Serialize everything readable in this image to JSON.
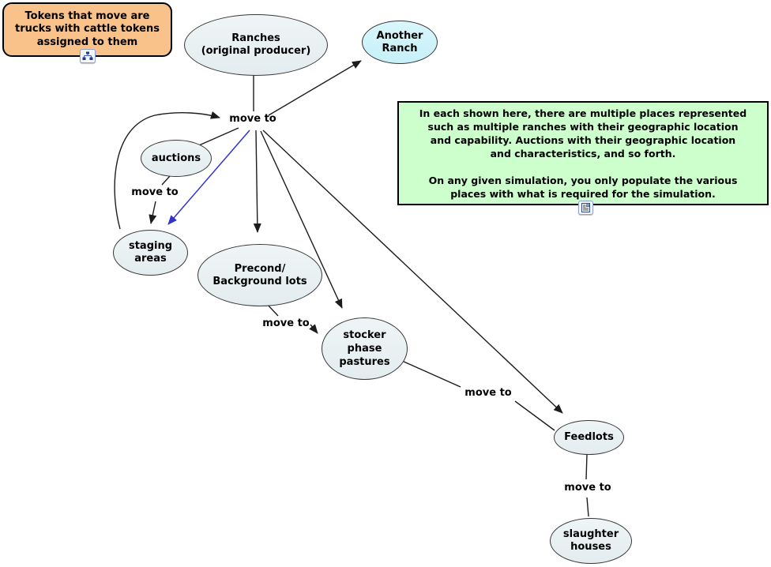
{
  "notes": {
    "tokens": {
      "text": "Tokens that move are\ntrucks with cattle tokens\nassigned to them"
    },
    "places": {
      "text": "In each shown here, there are multiple places represented\nsuch as multiple ranches with their geographic location\nand capability. Auctions with their geographic location\nand characteristics, and so forth.\n\nOn any given simulation, you only populate the various\nplaces with what is required for the simulation."
    }
  },
  "nodes": {
    "ranches": {
      "label": "Ranches\n(original producer)"
    },
    "another_ranch": {
      "label": "Another\nRanch"
    },
    "auctions": {
      "label": "auctions"
    },
    "staging_areas": {
      "label": "staging\nareas"
    },
    "precond_lots": {
      "label": "Precond/\nBackground lots"
    },
    "stocker_pastures": {
      "label": "stocker\nphase\npastures"
    },
    "feedlots": {
      "label": "Feedlots"
    },
    "slaughter_houses": {
      "label": "slaughter\nhouses"
    }
  },
  "link_labels": {
    "ranches_targets": "move to",
    "auctions_staging": "move to",
    "precond_stocker": "move to",
    "stocker_feedlots": "move to",
    "feedlots_slaughter": "move to"
  },
  "icons": {
    "tokens_note_resource": "concept-map-icon",
    "places_note_resource": "text-document-icon"
  },
  "colors": {
    "edge": "#1c1c1c",
    "highlight_edge": "#3333cc",
    "node_fill": "#e9f0f2",
    "another_ranch_fill": "#ccf2f9",
    "tokens_note_fill": "#f8c28a",
    "places_note_fill": "#ccffcc",
    "node_border": "#383838",
    "text": "#000000"
  }
}
